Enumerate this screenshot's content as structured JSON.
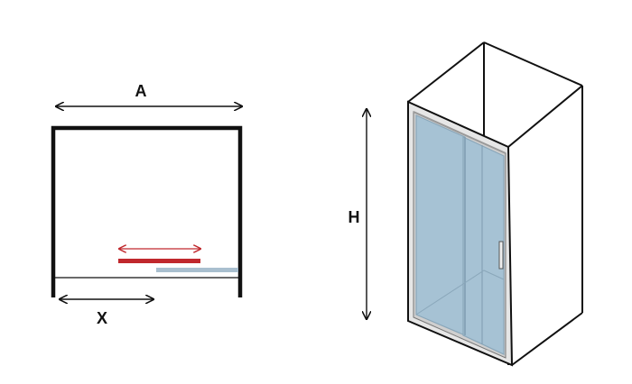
{
  "plan_view": {
    "width_label": "A",
    "opening_label": "X"
  },
  "iso_view": {
    "height_label": "H"
  },
  "colors": {
    "outline": "#111111",
    "slide_arrow": "#c0282d",
    "sliding_panel": "#c0282d",
    "fixed_panel": "#a9bfcf",
    "glass": "#a6c2d4",
    "glass_edge": "#8aa7ba",
    "frame": "#d9d9d9"
  }
}
